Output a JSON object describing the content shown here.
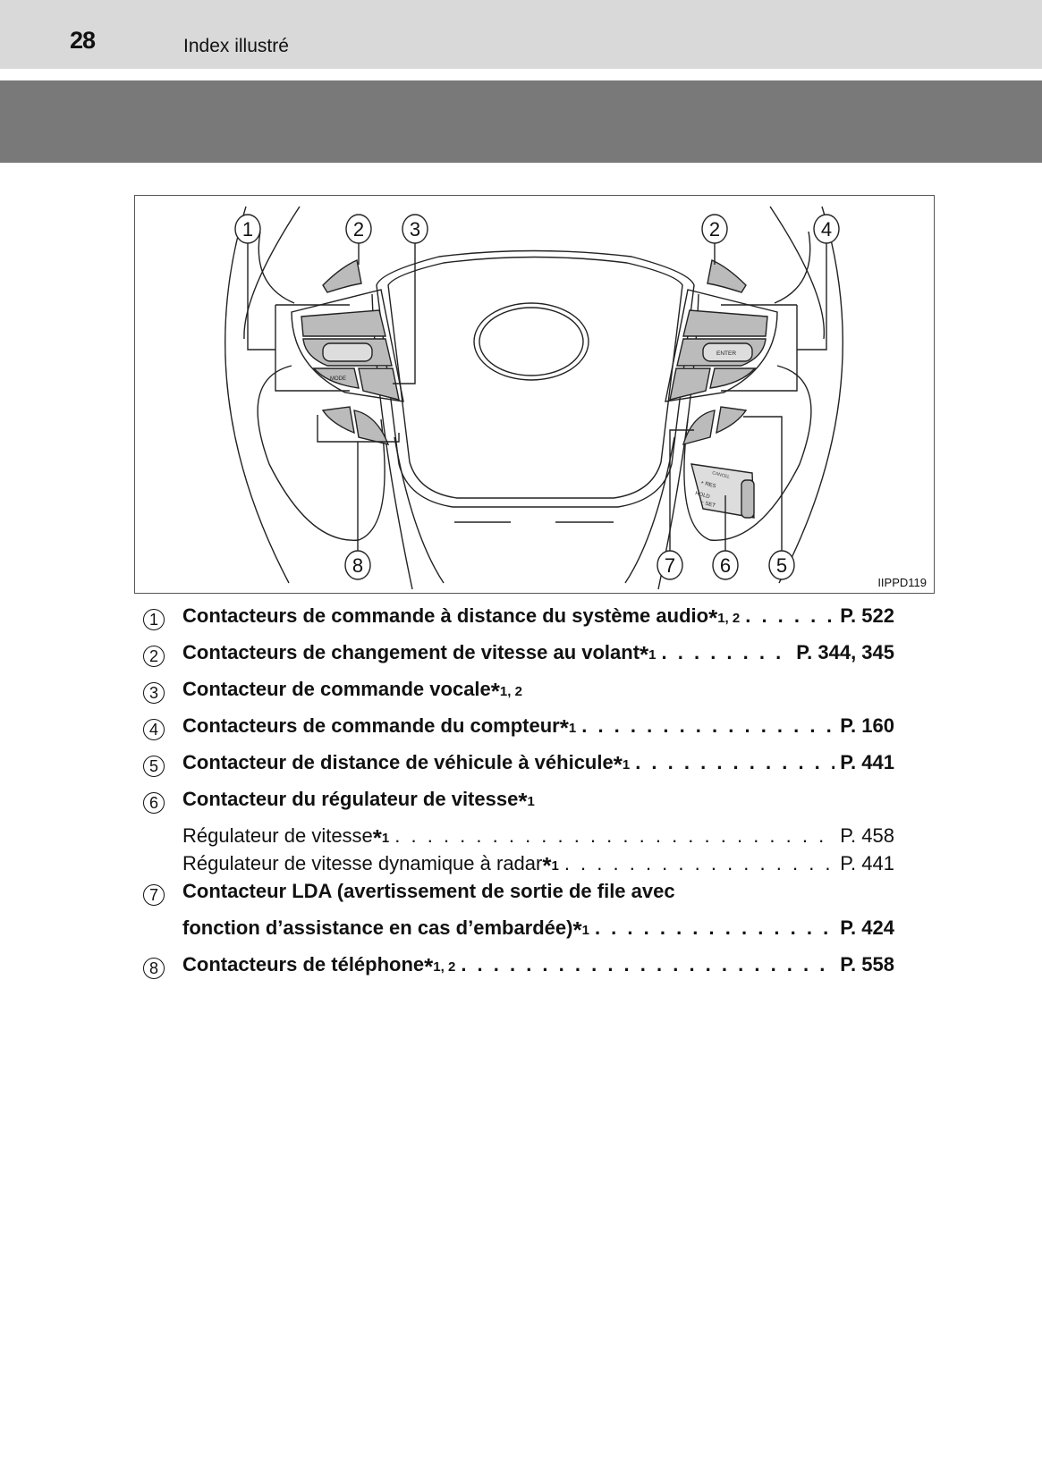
{
  "header": {
    "page_number": "28",
    "section": "Index illustré"
  },
  "figure": {
    "id": "IIPPD119",
    "callouts": [
      "1",
      "2",
      "3",
      "2",
      "4",
      "8",
      "7",
      "6",
      "5"
    ],
    "labels": {
      "mode": "MODE",
      "enter": "ENTER",
      "res": "+ RES",
      "set": "− SET",
      "hold": "HOLD",
      "cancel": "CANCEL"
    }
  },
  "items": [
    {
      "num": "1",
      "text": "Contacteurs de commande à distance du système audio",
      "note": "1, 2",
      "page": "P. 522"
    },
    {
      "num": "2",
      "text": "Contacteurs de changement de vitesse au volant",
      "note": "1",
      "page": "P. 344, 345"
    },
    {
      "num": "3",
      "text": "Contacteur de commande vocale",
      "note": "1, 2",
      "page": ""
    },
    {
      "num": "4",
      "text": "Contacteurs de commande du compteur",
      "note": "1",
      "page": "P. 160"
    },
    {
      "num": "5",
      "text": "Contacteur de distance de véhicule à véhicule",
      "note": "1",
      "page": "P. 441"
    },
    {
      "num": "6",
      "text": "Contacteur du régulateur de vitesse",
      "note": "1",
      "page": "",
      "sub": [
        {
          "text": "Régulateur de vitesse",
          "note": "1",
          "page": "P. 458"
        },
        {
          "text": "Régulateur de vitesse dynamique à radar",
          "note": "1",
          "page": "P. 441"
        }
      ]
    },
    {
      "num": "7",
      "text": "Contacteur LDA (avertissement de sortie de file avec",
      "text2": "fonction d’assistance en cas d’embardée)",
      "note": "1",
      "page": "P. 424"
    },
    {
      "num": "8",
      "text": "Contacteurs de téléphone",
      "note": "1, 2",
      "page": "P. 558"
    }
  ],
  "star": "*"
}
